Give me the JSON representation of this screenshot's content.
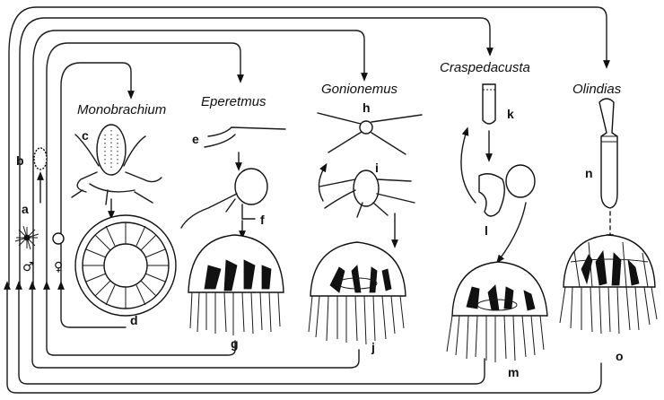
{
  "titles": {
    "monobrachium": "Monobrachium",
    "eperetmus": "Eperetmus",
    "gonionemus": "Gonionemus",
    "craspedacusta": "Craspedacusta",
    "olindias": "Olindias"
  },
  "labels": {
    "a": "a",
    "b": "b",
    "c": "c",
    "d": "d",
    "e": "e",
    "f": "f",
    "g": "g",
    "h": "h",
    "i": "i",
    "j": "j",
    "k": "k",
    "l": "l",
    "m": "m",
    "n": "n",
    "o": "o"
  },
  "symbols": {
    "male": "♂",
    "female": "♀"
  }
}
